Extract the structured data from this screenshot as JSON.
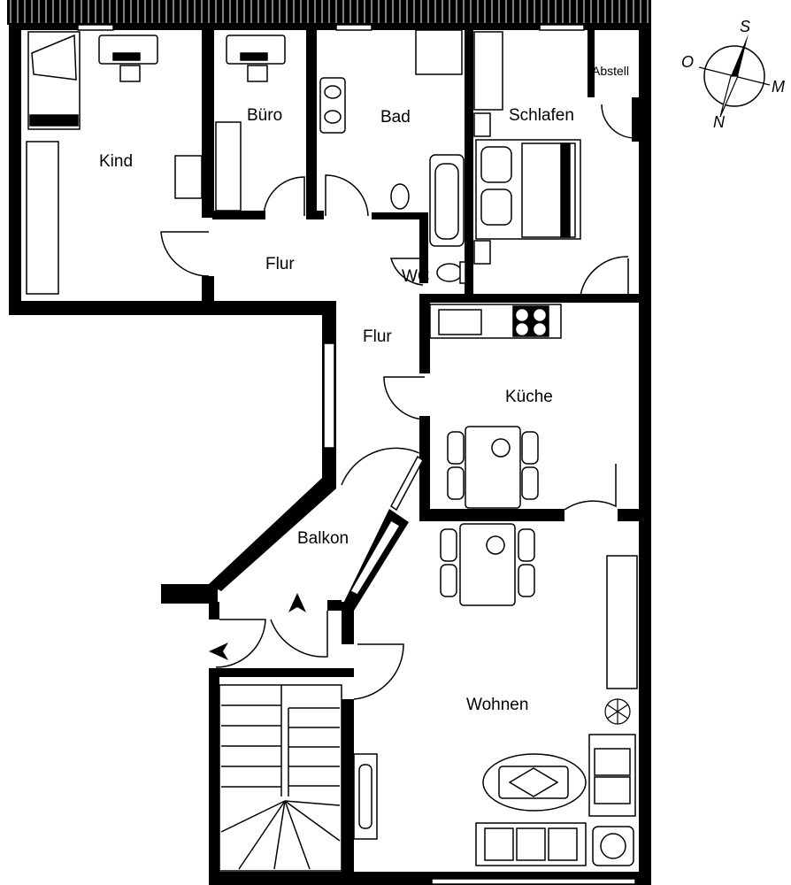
{
  "rooms": {
    "kind": "Kind",
    "buero": "Büro",
    "bad": "Bad",
    "schlafen": "Schlafen",
    "abstell": "Abstell",
    "flur_top": "Flur",
    "wc": "WC",
    "flur_mid": "Flur",
    "kueche": "Küche",
    "balkon": "Balkon",
    "wohnen": "Wohnen"
  },
  "compass": {
    "north": "N",
    "south": "S",
    "west": "O",
    "east": "M"
  },
  "colors": {
    "wall": "#000000",
    "floor": "#ffffff",
    "roof": "#000000"
  }
}
